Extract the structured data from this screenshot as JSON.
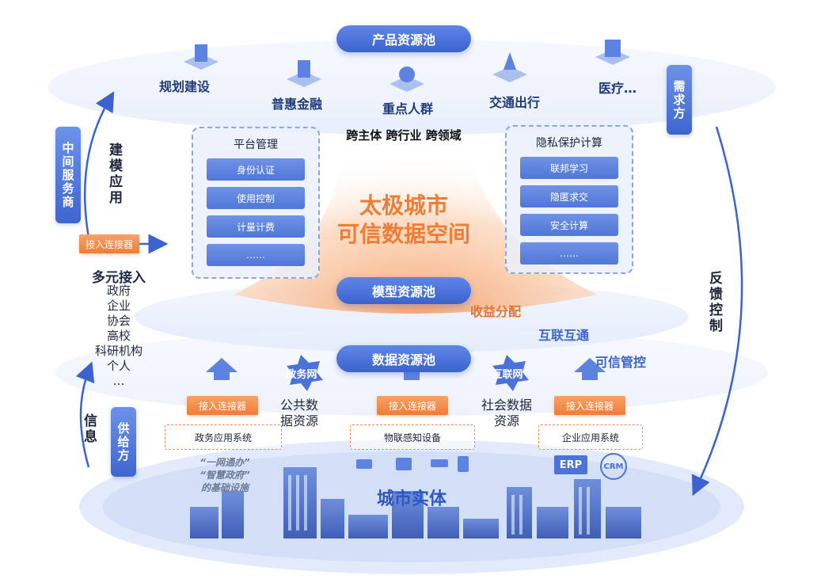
{
  "pools": {
    "product": "产品资源池",
    "model": "模型资源池",
    "data": "数据资源池"
  },
  "products": [
    "规划建设",
    "普惠金融",
    "重点人群",
    "交通出行",
    "医疗…"
  ],
  "center": {
    "cross": "跨主体 跨行业 跨领域",
    "title_line1": "太极城市",
    "title_line2": "可信数据空间",
    "revenue": "收益分配",
    "interconnect": "互联互通",
    "trusted_control": "可信管控"
  },
  "platform_panel": {
    "title": "平台管理",
    "items": [
      "身份认证",
      "使用控制",
      "计量计费",
      "……"
    ]
  },
  "privacy_panel": {
    "title": "隐私保护计算",
    "items": [
      "联邦学习",
      "隐匿求交",
      "安全计算",
      "……"
    ]
  },
  "left": {
    "intermediary": "中间服务商",
    "modeling": "建模应用",
    "connector": "接入连接器",
    "multi_access": "多元接入",
    "access_list": [
      "政府",
      "企业",
      "协会",
      "高校",
      "科研机构",
      "个人",
      "…"
    ],
    "info": "信息",
    "supplier": "供给方"
  },
  "right": {
    "demand": "需求方",
    "feedback": "反馈控制"
  },
  "bottom": {
    "gov_net": "政务网",
    "internet": "互联网",
    "public_data": "公共数据资源",
    "social_data": "社会数据资源",
    "connectors": [
      "接入连接器",
      "接入连接器",
      "接入连接器"
    ],
    "systems": [
      "政务应用系统",
      "物联感知设备",
      "企业应用系统"
    ],
    "slogan1": "“一网通办”",
    "slogan2": "“智慧政府”",
    "slogan3": "的基础设施",
    "city_entity": "城市实体",
    "erp": "ERP",
    "crm": "CRM"
  },
  "colors": {
    "pill_blue": "#3b63cf",
    "accent_orange": "#ee7d36",
    "panel_border": "#8fa6d8"
  }
}
